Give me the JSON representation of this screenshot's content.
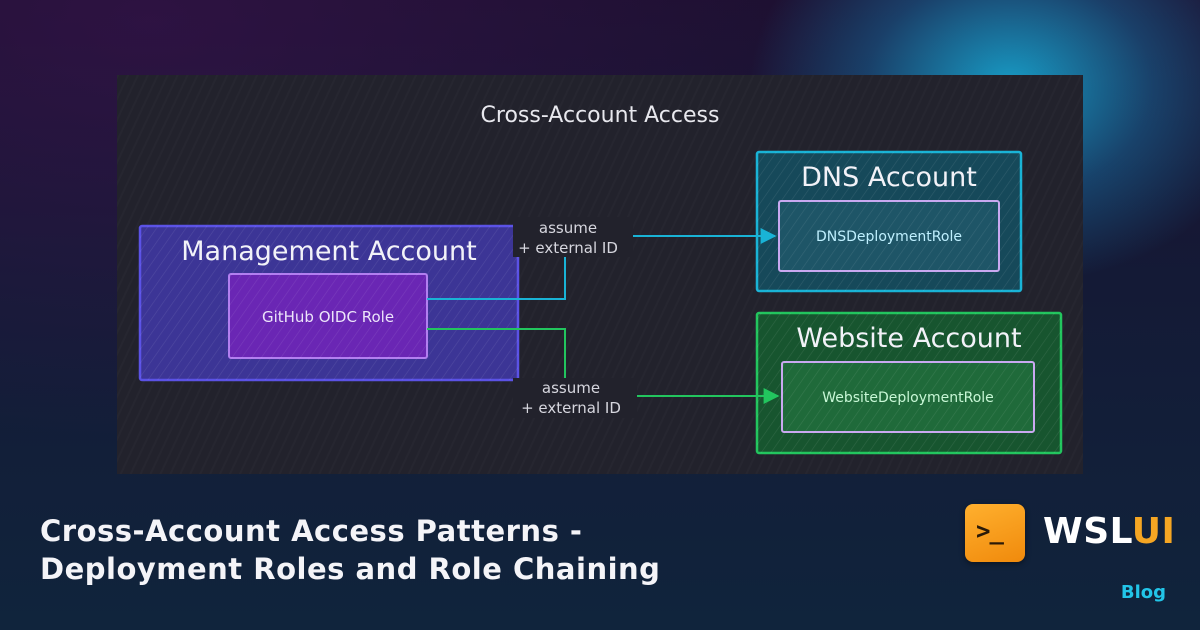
{
  "diagram": {
    "title": "Cross-Account Access",
    "nodes": {
      "management_account": {
        "label": "Management Account",
        "color": "#5b52e6"
      },
      "github_oidc_role": {
        "label": "GitHub OIDC Role",
        "color": "#8f3fe0"
      },
      "dns_account": {
        "label": "DNS Account",
        "color": "#19b3d6"
      },
      "dns_deployment_role": {
        "label": "DNSDeploymentRole"
      },
      "website_account": {
        "label": "Website Account",
        "color": "#22c55e"
      },
      "website_deployment_role": {
        "label": "WebsiteDeploymentRole"
      }
    },
    "edges": {
      "to_dns": {
        "from": "GitHub OIDC Role",
        "to": "DNSDeploymentRole",
        "line1": "assume",
        "line2": "+ external ID"
      },
      "to_website": {
        "from": "GitHub OIDC Role",
        "to": "WebsiteDeploymentRole",
        "line1": "assume",
        "line2": "+ external ID"
      }
    }
  },
  "post": {
    "title_line1": "Cross-Account Access Patterns -",
    "title_line2": "Deployment Roles and Role Chaining"
  },
  "brand": {
    "logo_glyph": ">_",
    "name_part1": "WSL",
    "name_part2": "UI",
    "section": "Blog",
    "accent": "#f5a623"
  }
}
